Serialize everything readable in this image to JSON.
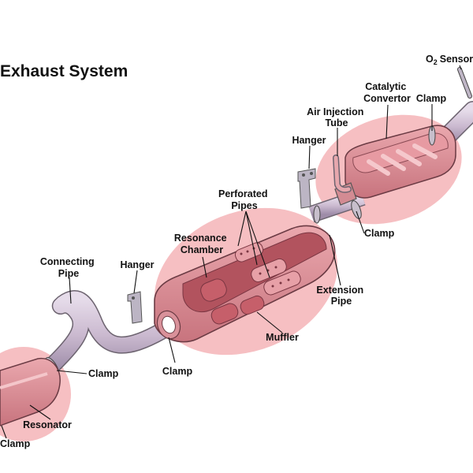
{
  "title": "Exhaust System",
  "labels": {
    "o2_sensor_main": "O",
    "o2_sensor_sub": "2",
    "o2_sensor_rest": "Sensor",
    "catalytic_line1": "Catalytic",
    "catalytic_line2": "Convertor",
    "clamp_top": "Clamp",
    "air_injection_line1": "Air Injection",
    "air_injection_line2": "Tube",
    "hanger_top": "Hanger",
    "perforated_line1": "Perforated",
    "perforated_line2": "Pipes",
    "resonance_line1": "Resonance",
    "resonance_line2": "Chamber",
    "clamp_right": "Clamp",
    "connecting_line1": "Connecting",
    "connecting_line2": "Pipe",
    "hanger_mid": "Hanger",
    "extension_line1": "Extension",
    "extension_line2": "Pipe",
    "muffler": "Muffler",
    "clamp_left": "Clamp",
    "clamp_center": "Clamp",
    "resonator": "Resonator",
    "clamp_bottom": "Clamp"
  },
  "colors": {
    "highlight": "#f0a0a6",
    "component_body": "#dc8c94",
    "pipe": "#d3c3d8",
    "interior": "#a04550",
    "hanger": "#b9b3c2"
  },
  "icons": [
    "o2-sensor-icon",
    "hanger-bracket-icon",
    "clamp-icon",
    "catalytic-convertor-icon",
    "muffler-icon",
    "resonator-icon"
  ]
}
